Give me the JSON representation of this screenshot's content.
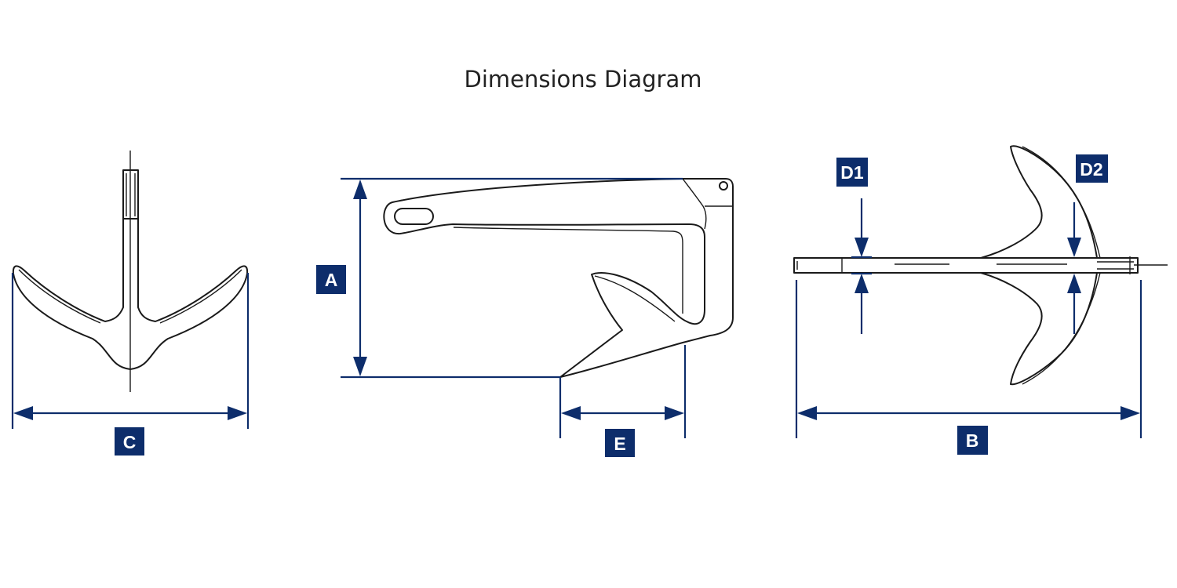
{
  "title": "Dimensions Diagram",
  "colors": {
    "dimension": "#0d2d6b",
    "outline": "#1a1a1a",
    "background": "#ffffff"
  },
  "labels": {
    "a": "A",
    "b": "B",
    "c": "C",
    "d1": "D1",
    "d2": "D2",
    "e": "E"
  },
  "views": [
    {
      "name": "front-view",
      "dimensions": [
        "C"
      ]
    },
    {
      "name": "side-view",
      "dimensions": [
        "A",
        "E"
      ]
    },
    {
      "name": "top-view",
      "dimensions": [
        "D1",
        "D2",
        "B"
      ]
    }
  ]
}
